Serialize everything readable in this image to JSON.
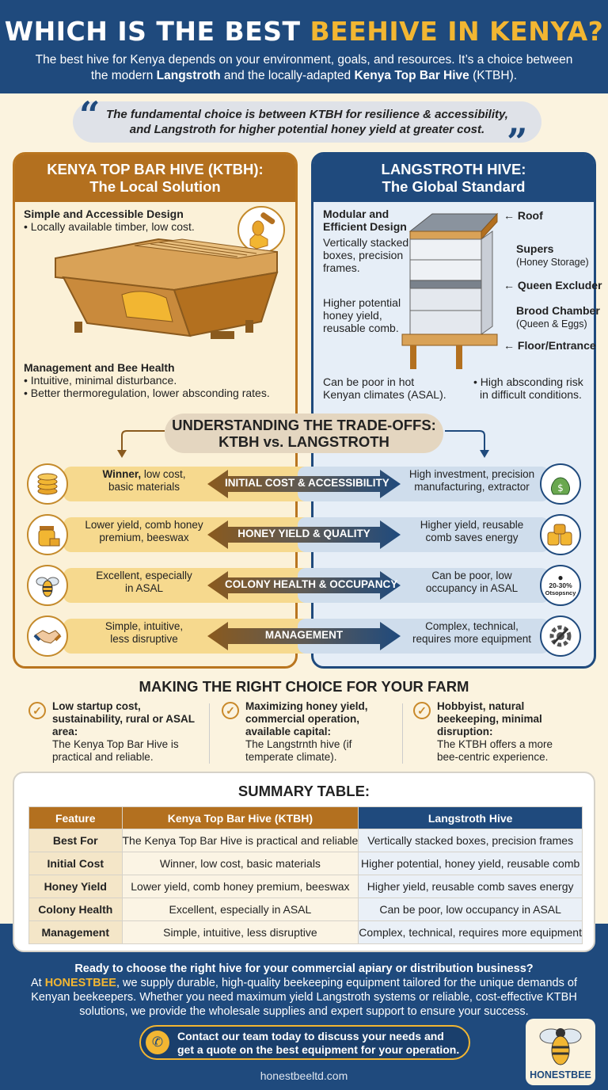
{
  "header": {
    "title_part1": "WHICH IS THE BEST ",
    "title_part2": "BEEHIVE IN KENYA?",
    "subtitle_a": "The best hive for Kenya depends on your environment, goals, and resources. It’s a choice between the modern ",
    "subtitle_b": "Langstroth",
    "subtitle_c": " and the locally-adapted ",
    "subtitle_d": "Kenya Top Bar Hive",
    "subtitle_e": " (KTBH)."
  },
  "quote": {
    "line1": "The fundamental choice is between KTBH for resilience & accessibility,",
    "line2": "and Langstroth for higher potential honey yield at greater cost.",
    "open_mark": "“",
    "close_mark": "”"
  },
  "ktbh": {
    "title1": "KENYA TOP BAR HIVE (KTBH):",
    "title2": "The Local Solution",
    "design_heading": "Simple and Accessible Design",
    "design_b1": "• Locally available timber, low cost.",
    "mgmt_heading": "Management and Bee Health",
    "mgmt_b1": "• Intuitive, minimal disturbance.",
    "mgmt_b2": "• Better thermoregulation, lower absconding rates."
  },
  "langstroth": {
    "title1": "LANGSTROTH HIVE:",
    "title2": "The Global Standard",
    "design_heading1": "Modular and",
    "design_heading2": "Efficient Design",
    "design_text1": "Vertically stacked",
    "design_text2": "boxes, precision",
    "design_text3": "frames.",
    "yield_text1": "Higher potential",
    "yield_text2": "honey yield,",
    "yield_text3": "reusable comb.",
    "labels": {
      "roof": "Roof",
      "supers": "Supers",
      "supers_sub": "(Honey Storage)",
      "excluder": "Queen Excluder",
      "brood": "Brood Chamber",
      "brood_sub": "(Queen & Eggs)",
      "floor": "Floor/Entrance"
    },
    "con1_a": "Can be poor in hot",
    "con1_b": "Kenyan climates (ASAL).",
    "con2_a": "• High absconding risk",
    "con2_b": "in difficult conditions."
  },
  "tradeoffs": {
    "title1": "UNDERSTANDING THE TRADE-OFFS:",
    "title2": "KTBH vs. LANGSTROTH",
    "rows": [
      {
        "label": "INITIAL COST & ACCESSIBILITY",
        "left_strong": "Winner,",
        "left_a": " low cost,",
        "left_b": "basic materials",
        "right_a": "High investment, precision",
        "right_b": "manufacturing, extractor",
        "left_icon": "coins-icon",
        "right_icon": "money-bag-icon"
      },
      {
        "label": "HONEY YIELD & QUALITY",
        "left_strong": "",
        "left_a": "Lower yield, comb honey",
        "left_b": "premium, beeswax",
        "right_a": "Higher yield, reusable",
        "right_b": "comb saves energy",
        "left_icon": "honey-jar-icon",
        "right_icon": "honey-jars-icon"
      },
      {
        "label": "COLONY HEALTH & OCCUPANCY",
        "left_strong": "",
        "left_a": "Excellent, especially",
        "left_b": "in ASAL",
        "right_a": "Can be poor, low",
        "right_b": "occupancy in ASAL",
        "left_icon": "bee-icon",
        "right_icon": "occupancy-badge-icon",
        "right_badge_a": "20-30%",
        "right_badge_b": "Otsopsncy"
      },
      {
        "label": "MANAGEMENT",
        "left_strong": "",
        "left_a": "Simple, intuitive,",
        "left_b": "less disruptive",
        "right_a": "Complex, technical,",
        "right_b": "requires more equipment",
        "left_icon": "handshake-icon",
        "right_icon": "gear-wrench-icon"
      }
    ]
  },
  "choice": {
    "title": "MAKING THE RIGHT CHOICE FOR YOUR FARM",
    "items": [
      {
        "h1": "Low startup cost,",
        "h2": "sustainability, rural or ASAL",
        "h3": "area:",
        "t1": "The Kenya Top Bar Hive is",
        "t2": "practical and reliable."
      },
      {
        "h1": "Maximizing honey yield,",
        "h2": "commercial operation,",
        "h3": "available capital:",
        "t1": "The Langstrnth hive (if",
        "t2": "temperate climate)."
      },
      {
        "h1": "Hobbyist, natural",
        "h2": "beekeeping, minimal",
        "h3": "disruption:",
        "t1": "The KTBH offers a more",
        "t2": "bee-centric experience."
      }
    ],
    "check": "✓"
  },
  "summary": {
    "title": "SUMMARY TABLE:",
    "headers": [
      "Feature",
      "Kenya Top Bar Hive (KTBH)",
      "Langstroth Hive"
    ],
    "rows": [
      [
        "Best For",
        "The Kenya Top Bar Hive is practical and reliable",
        "Vertically stacked boxes, precision frames"
      ],
      [
        "Initial Cost",
        "Winner, low cost, basic materials",
        "Higher potential, honey yield, reusable comb"
      ],
      [
        "Honey Yield",
        "Lower yield, comb honey premium, beeswax",
        "Higher yield, reusable comb saves energy"
      ],
      [
        "Colony Health",
        "Excellent, especially in ASAL",
        "Can be poor, low occupancy in ASAL"
      ],
      [
        "Management",
        "Simple, intuitive, less disruptive",
        "Complex, technical, requires more equipment"
      ]
    ]
  },
  "footer": {
    "lead": "Ready to choose the right hive for your commercial apiary or distribution business?",
    "at": "At ",
    "brand": "HONESTBEE",
    "body": ", we supply durable, high-quality beekeeping equipment tailored for the unique demands of Kenyan beekeepers. Whether you need maximum yield Langstroth systems or reliable, cost-effective KTBH solutions, we provide the wholesale supplies and expert support to ensure your success.",
    "cta": "Contact our team today to discuss your needs and get a quote on the best equipment for your operation.",
    "url": "honestbeeltd.com",
    "logo_text": "HONESTBEE"
  },
  "colors": {
    "navy": "#1f4a7d",
    "gold": "#f2b632",
    "brown": "#b3701f",
    "cream": "#fbf3df"
  }
}
